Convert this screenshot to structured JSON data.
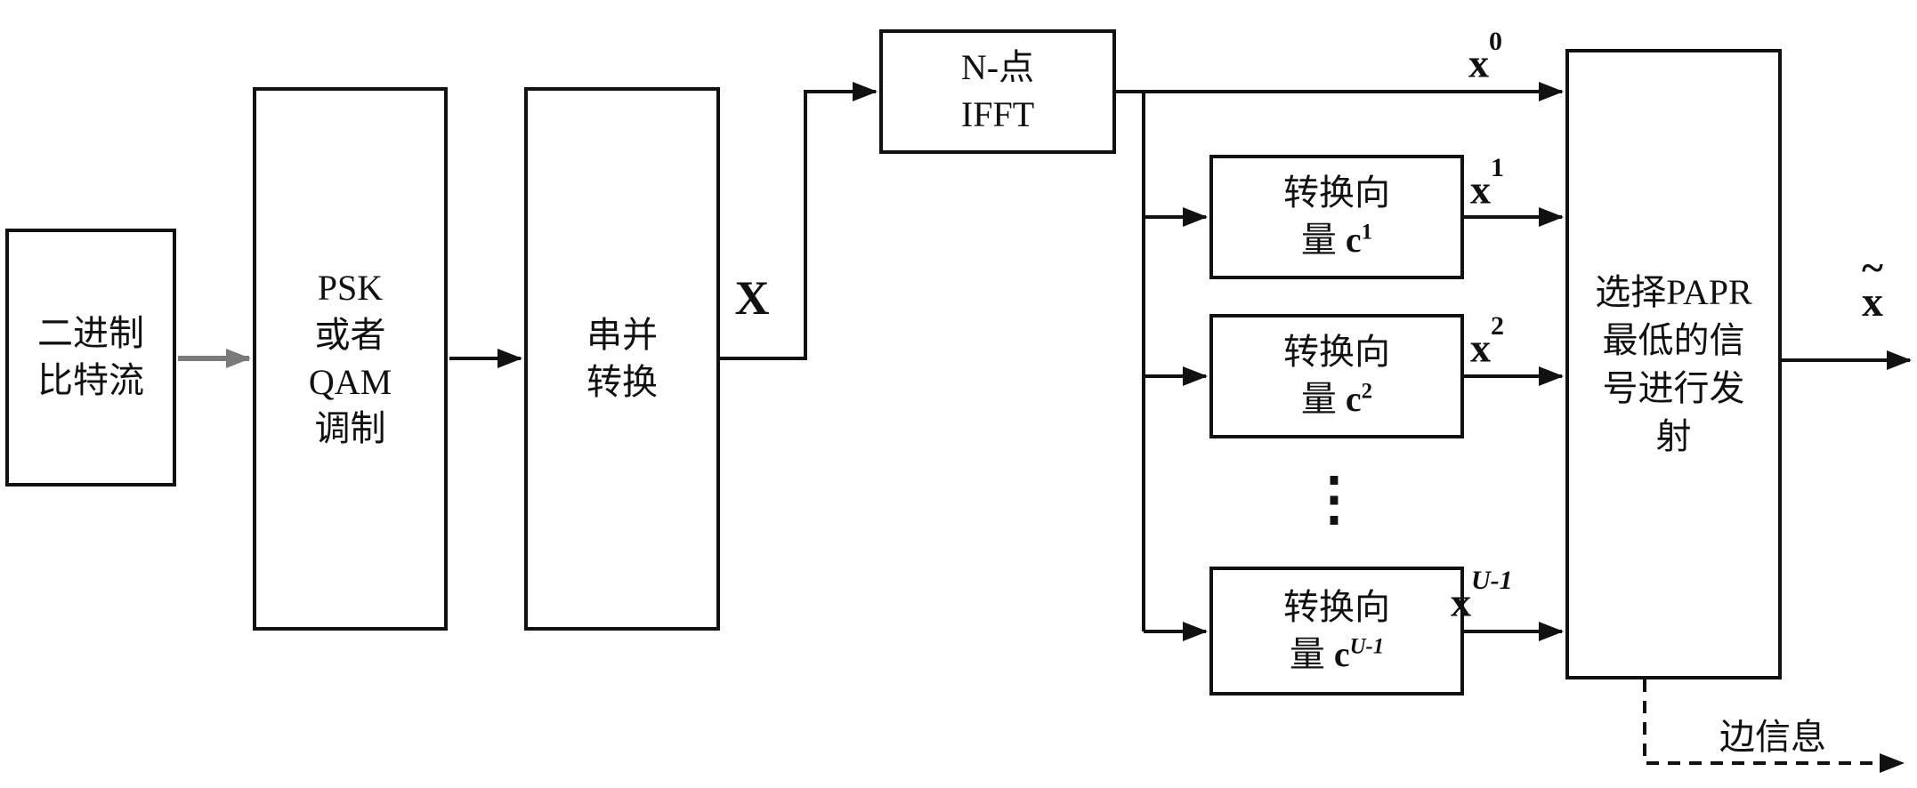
{
  "diagram": {
    "blocks": {
      "bitstream": {
        "lines": [
          "二进制",
          "比特流"
        ]
      },
      "modulation": {
        "lines": [
          "PSK",
          "或者",
          "QAM",
          "调制"
        ]
      },
      "serial_to_parallel": {
        "lines": [
          "串并",
          "转换"
        ]
      },
      "ifft": {
        "lines": [
          "N-点",
          "IFFT"
        ]
      },
      "phase_vector_1": {
        "line1": "转换向",
        "line2_prefix": "量 ",
        "vector": "c",
        "sup": "1"
      },
      "phase_vector_2": {
        "line1": "转换向",
        "line2_prefix": "量 ",
        "vector": "c",
        "sup": "2"
      },
      "phase_vector_u": {
        "line1": "转换向",
        "line2_prefix": "量 ",
        "vector": "c",
        "sup": "U-1"
      },
      "selector": {
        "lines": [
          "选择PAPR",
          "最低的信",
          "号进行发",
          "射"
        ]
      }
    },
    "labels": {
      "X": "X",
      "x0": {
        "base": "x",
        "sup": "0"
      },
      "x1": {
        "base": "x",
        "sup": "1"
      },
      "x2": {
        "base": "x",
        "sup": "2"
      },
      "xu": {
        "base": "x",
        "sup": "U-1"
      },
      "x_out": {
        "tilde": "~",
        "base": "x"
      },
      "side_info": "边信息",
      "vdots": "⋮"
    },
    "colors": {
      "line": "#111111",
      "gray_arrow": "#7a7a7a",
      "background": "#ffffff"
    }
  }
}
